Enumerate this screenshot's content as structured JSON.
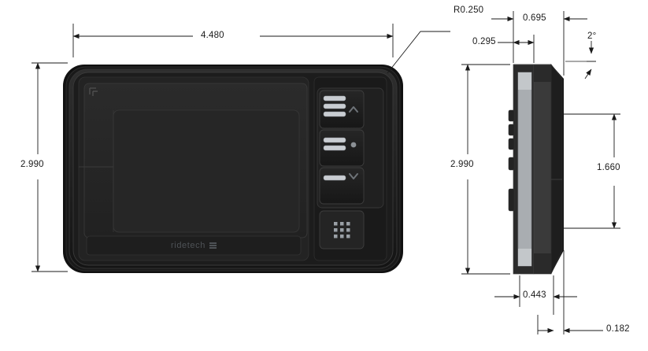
{
  "drawing": {
    "title": "ridetech controller dimensional drawing",
    "units": "inches",
    "background": "#ffffff",
    "line_color": "#1a1a1a",
    "body_color": "#1f1f1f"
  },
  "front_view": {
    "name": "front-view",
    "brand_logo": "ridetech",
    "logo_mark": "three-bar-icon",
    "buttons": [
      {
        "id": "level-up-button",
        "bars": 3,
        "indicator": "chevron-up-icon"
      },
      {
        "id": "level-mid-button",
        "bars": 2,
        "indicator": "dot-icon"
      },
      {
        "id": "level-down-button",
        "bars": 1,
        "indicator": "chevron-down-icon"
      }
    ],
    "keypad": {
      "id": "keypad-button",
      "rows": 3,
      "cols": 3,
      "icon": "grid-3x3-icon"
    }
  },
  "side_view": {
    "name": "side-view",
    "profile": "tapered-right-edge"
  },
  "dimensions": {
    "front_width": {
      "label": "4.480",
      "name": "dim-front-width"
    },
    "front_height": {
      "label": "2.990",
      "name": "dim-front-height"
    },
    "corner_radius": {
      "label": "R0.250",
      "name": "dim-corner-radius"
    },
    "side_height": {
      "label": "2.990",
      "name": "dim-side-height"
    },
    "depth_total": {
      "label": "0.695",
      "name": "dim-depth-total"
    },
    "depth_front": {
      "label": "0.295",
      "name": "dim-depth-front"
    },
    "draft_angle": {
      "label": "2°",
      "name": "dim-draft-angle"
    },
    "inner_height": {
      "label": "1.660",
      "name": "dim-inner-height"
    },
    "base_depth": {
      "label": "0.443",
      "name": "dim-base-depth"
    },
    "lip_depth": {
      "label": "0.182",
      "name": "dim-lip-depth"
    }
  }
}
